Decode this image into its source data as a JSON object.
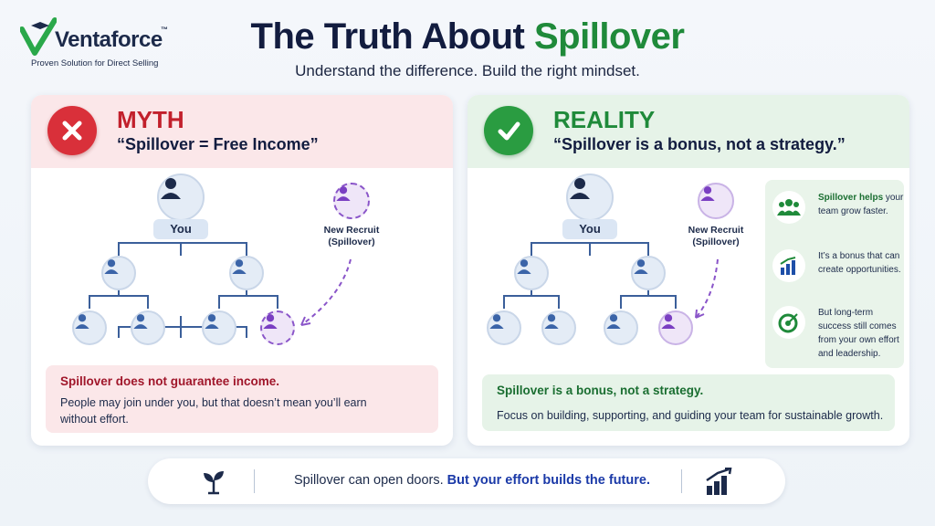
{
  "brand": {
    "logo_word": "Ventaforce",
    "trademark": "™",
    "tagline": "Proven Solution for Direct Selling"
  },
  "header": {
    "title_part1": "The Truth About ",
    "title_part2": "Spillover",
    "subtitle": "Understand the difference. Build the right mindset."
  },
  "myth": {
    "label": "MYTH",
    "quote": "“Spillover = Free Income”",
    "you_label": "You",
    "recruit_label_line1": "New Recruit",
    "recruit_label_line2": "(Spillover)",
    "callout_title": "Spillover does not guarantee income.",
    "callout_body_line1": "People may join under you, but that doesn’t mean you’ll earn",
    "callout_body_line2": "without effort."
  },
  "reality": {
    "label": "REALITY",
    "quote": "“Spillover is a bonus, not a strategy.”",
    "you_label": "You",
    "recruit_label_line1": "New Recruit",
    "recruit_label_line2": "(Spillover)",
    "benefits": [
      {
        "icon": "team-icon",
        "strong": "Spillover helps",
        "rest": "your team grow faster."
      },
      {
        "icon": "growth-chart-icon",
        "strong": "",
        "rest": "It’s a bonus that can create opportunities."
      },
      {
        "icon": "target-icon",
        "strong": "",
        "rest": "But long-term success still comes from your own effort and leadership."
      }
    ],
    "callout_title": "Spillover is a bonus, not a strategy.",
    "callout_body": "Focus on building, supporting, and guiding your team for sustainable growth."
  },
  "footer": {
    "text_plain": "Spillover can open doors. ",
    "text_emph": "But your effort builds the future."
  },
  "colors": {
    "myth_red": "#d9303a",
    "reality_green": "#2a9c41",
    "navy": "#121c3f",
    "accent_blue": "#1b3aa8",
    "recruit_purple": "#8a55c9"
  }
}
